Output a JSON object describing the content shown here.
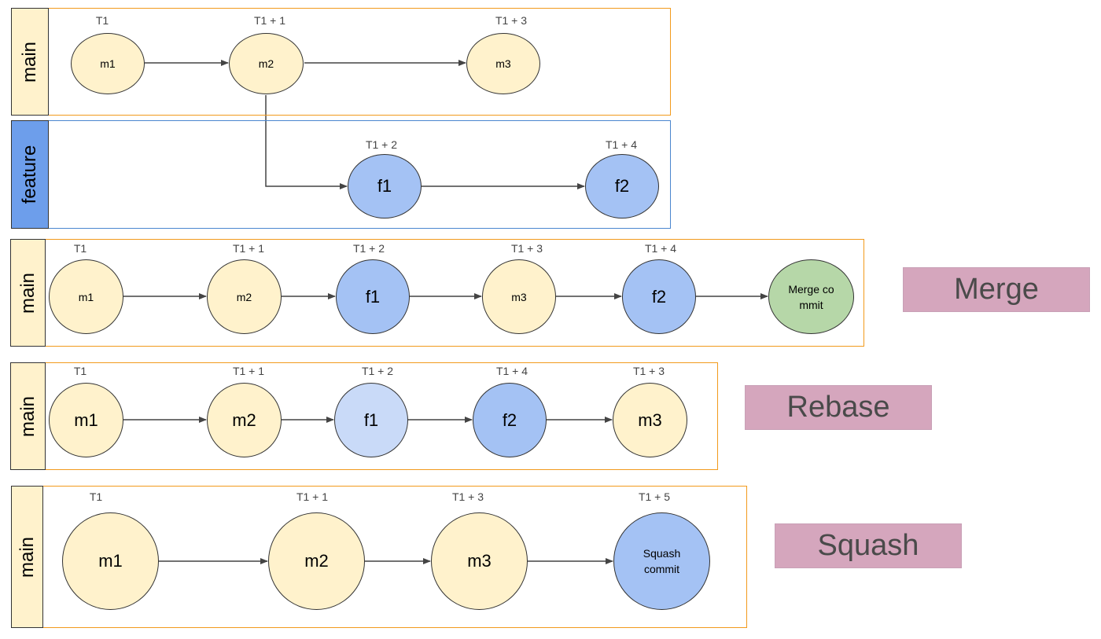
{
  "lanes": {
    "main_original": "main",
    "feature": "feature",
    "main_merge": "main",
    "main_rebase": "main",
    "main_squash": "main"
  },
  "times": {
    "t1": "T1",
    "t1p1": "T1 + 1",
    "t1p2": "T1 + 2",
    "t1p3": "T1 + 3",
    "t1p4": "T1 + 4",
    "t1p5": "T1 + 5"
  },
  "commits": {
    "m1": "m1",
    "m2": "m2",
    "m3": "m3",
    "f1": "f1",
    "f2": "f2",
    "merge_commit": "Merge commit",
    "squash_commit": "Squash commit"
  },
  "tags": {
    "merge": "Merge",
    "rebase": "Rebase",
    "squash": "Squash"
  },
  "colors": {
    "main_border": "#f29a1c",
    "feature_border": "#4a86cf",
    "main_node": "#fff2cc",
    "feature_node": "#a4c2f4",
    "rebased_feature_node": "#c9daf8",
    "merge_node": "#b6d7a8",
    "tag_background": "#d5a6bd"
  }
}
